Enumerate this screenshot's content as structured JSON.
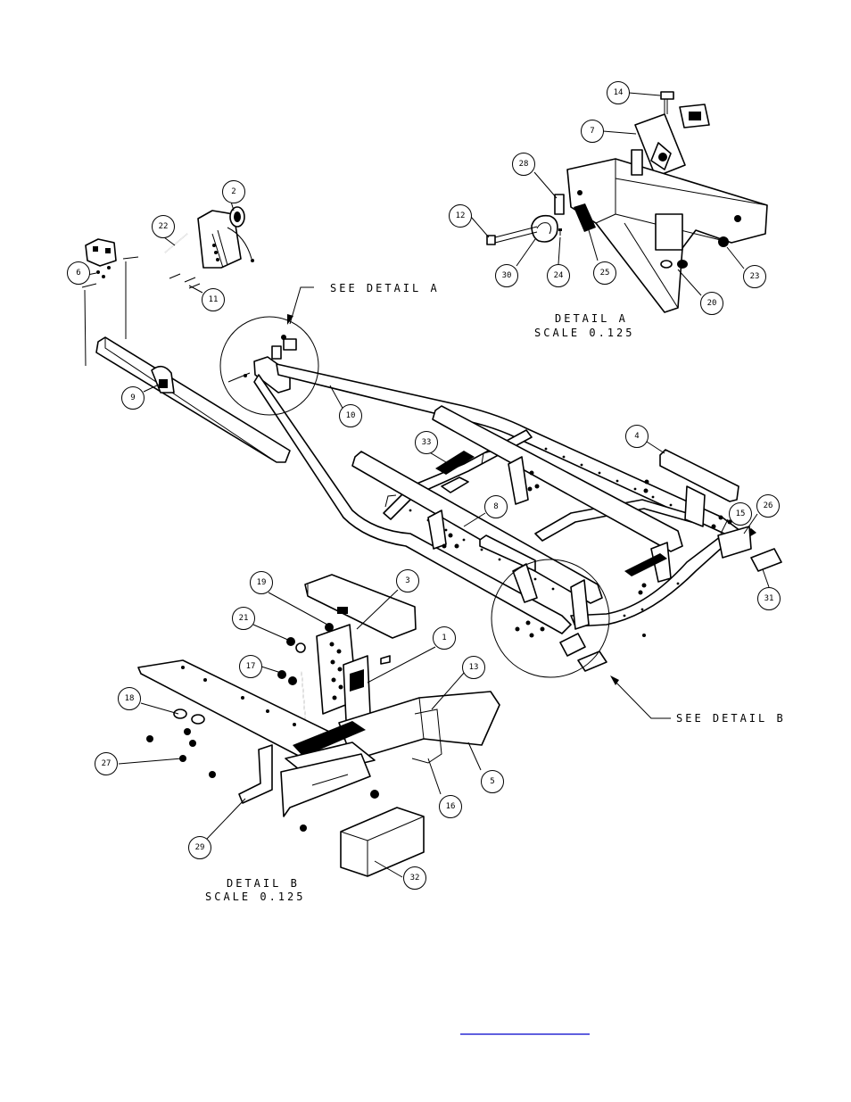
{
  "callouts": [
    {
      "id": "c14",
      "text": "14"
    },
    {
      "id": "c7",
      "text": "7"
    },
    {
      "id": "c28",
      "text": "28"
    },
    {
      "id": "c12",
      "text": "12"
    },
    {
      "id": "c30",
      "text": "30"
    },
    {
      "id": "c24",
      "text": "24"
    },
    {
      "id": "c25",
      "text": "25"
    },
    {
      "id": "c23",
      "text": "23"
    },
    {
      "id": "c20",
      "text": "20"
    },
    {
      "id": "c2",
      "text": "2"
    },
    {
      "id": "c22",
      "text": "22"
    },
    {
      "id": "c6",
      "text": "6"
    },
    {
      "id": "c11",
      "text": "11"
    },
    {
      "id": "c9",
      "text": "9"
    },
    {
      "id": "c10",
      "text": "10"
    },
    {
      "id": "c4",
      "text": "4"
    },
    {
      "id": "c33",
      "text": "33"
    },
    {
      "id": "c8",
      "text": "8"
    },
    {
      "id": "c15",
      "text": "15"
    },
    {
      "id": "c26",
      "text": "26"
    },
    {
      "id": "c31",
      "text": "31"
    },
    {
      "id": "c19",
      "text": "19"
    },
    {
      "id": "c3",
      "text": "3"
    },
    {
      "id": "c21",
      "text": "21"
    },
    {
      "id": "c1",
      "text": "1"
    },
    {
      "id": "c17",
      "text": "17"
    },
    {
      "id": "c13",
      "text": "13"
    },
    {
      "id": "c18",
      "text": "18"
    },
    {
      "id": "c27",
      "text": "27"
    },
    {
      "id": "c5",
      "text": "5"
    },
    {
      "id": "c16",
      "text": "16"
    },
    {
      "id": "c29",
      "text": "29"
    },
    {
      "id": "c32",
      "text": "32"
    }
  ],
  "detail_a": {
    "reference": "SEE DETAIL  A",
    "title": "DETAIL  A",
    "scale": "SCALE  0.125"
  },
  "detail_b": {
    "reference": "SEE DETAIL  B",
    "title": "DETAIL  B",
    "scale": "SCALE  0.125"
  }
}
